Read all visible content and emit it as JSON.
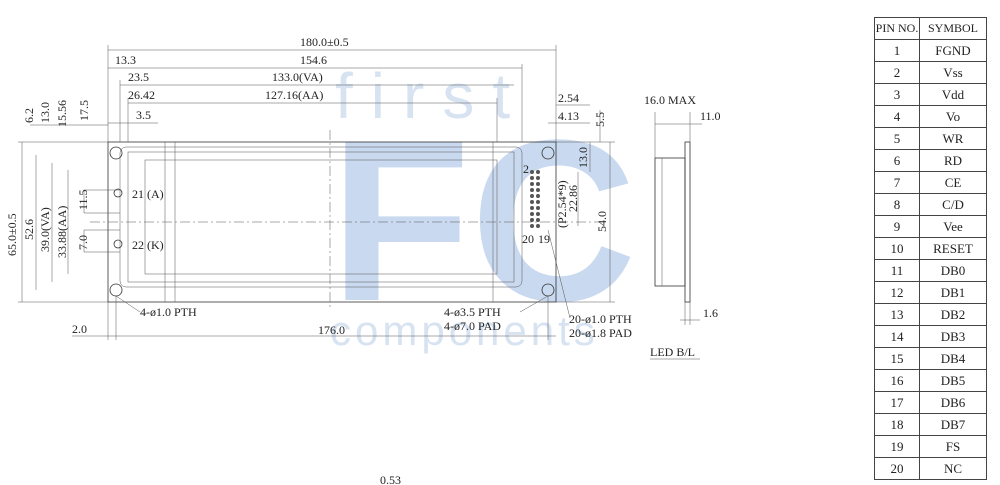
{
  "dims": {
    "overall_w": "180.0±0.5",
    "d154_6": "154.6",
    "d13_3": "13.3",
    "d133_va": "133.0(VA)",
    "d23_5": "23.5",
    "d127_aa": "127.16(AA)",
    "d26_42": "26.42",
    "d3_5": "3.5",
    "d2_54": "2.54",
    "d4_13": "4.13",
    "d16_max": "16.0 MAX",
    "d11": "11.0",
    "d5_5": "5.5",
    "d13_0r": "13.0",
    "d22_86": "22.86",
    "p254x9": "(P2.54*9)",
    "d54": "54.0",
    "d6_2": "6.2",
    "d13_0l": "13.0",
    "d15_56": "15.56",
    "d17_5": "17.5",
    "d65": "65.0±0.5",
    "d52_6": "52.6",
    "d39_va": "39.0(VA)",
    "d33_88_aa": "33.88(AA)",
    "d11_5": "11.5",
    "d7_0": "7.0",
    "d2_0": "2.0",
    "d176": "176.0",
    "d1_6": "1.6",
    "pth4": "4-ø1.0 PTH",
    "pth35": "4-ø3.5 PTH",
    "pad70": "4-ø7.0 PAD",
    "pth20": "20-ø1.0 PTH",
    "pad20": "20-ø1.8 PAD",
    "pin21": "21 (A)",
    "pin22": "22 (K)",
    "pin2": "2",
    "pin20": "20",
    "pin19": "19",
    "led": "LED B/L",
    "bottom": "0.53"
  },
  "watermark": {
    "top": "first",
    "big": "FC",
    "bottom": "components"
  },
  "table": {
    "headers": [
      "PIN NO.",
      "SYMBOL"
    ],
    "rows": [
      [
        "1",
        "FGND"
      ],
      [
        "2",
        "Vss"
      ],
      [
        "3",
        "Vdd"
      ],
      [
        "4",
        "Vo"
      ],
      [
        "5",
        "WR"
      ],
      [
        "6",
        "RD"
      ],
      [
        "7",
        "CE"
      ],
      [
        "8",
        "C/D"
      ],
      [
        "9",
        "Vee"
      ],
      [
        "10",
        "RESET"
      ],
      [
        "11",
        "DB0"
      ],
      [
        "12",
        "DB1"
      ],
      [
        "13",
        "DB2"
      ],
      [
        "14",
        "DB3"
      ],
      [
        "15",
        "DB4"
      ],
      [
        "16",
        "DB5"
      ],
      [
        "17",
        "DB6"
      ],
      [
        "18",
        "DB7"
      ],
      [
        "19",
        "FS"
      ],
      [
        "20",
        "NC"
      ]
    ]
  },
  "colors": {
    "watermark": "#c9d9ef",
    "line": "#333333"
  }
}
